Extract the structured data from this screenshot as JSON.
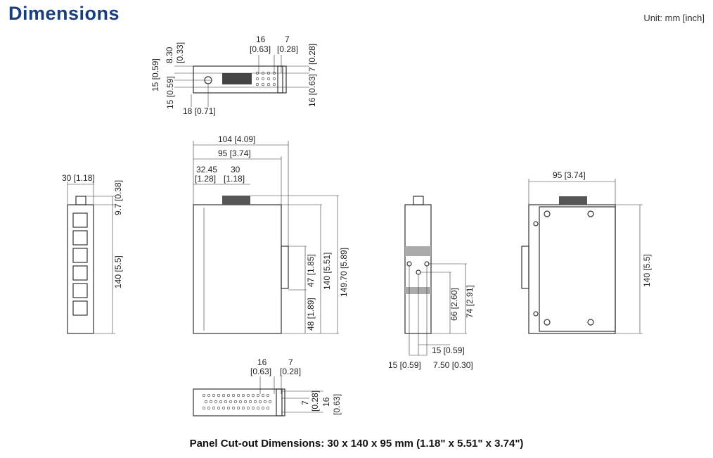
{
  "title": "Dimensions",
  "unit": "Unit: mm [inch]",
  "footer": "Panel Cut-out Dimensions: 30 x 140 x 95 mm (1.18\" x 5.51\" x 3.74\")",
  "top_view": {
    "d1a": "8.30",
    "d1b": "[0.33]",
    "d2": "15 [0.59]",
    "d3": "15 [0.59]",
    "d4": "18 [0.71]",
    "d5a": "16",
    "d5b": "[0.63]",
    "d6a": "7",
    "d6b": "[0.28]",
    "d7": "7 [0.28]",
    "d8": "16 [0.63]"
  },
  "front_view": {
    "width": "30 [1.18]",
    "top": "9.7 [0.38]",
    "height": "140 [5.5]"
  },
  "side_view": {
    "d104": "104 [4.09]",
    "d95": "95 [3.74]",
    "d32a": "32.45",
    "d32b": "[1.28]",
    "d30a": "30",
    "d30b": "[1.18]",
    "d47": "47 [1.85]",
    "d48": "48 [1.89]",
    "d140": "140 [5.51]",
    "d149": "149.70 [5.89]"
  },
  "din_view": {
    "d66": "66 [2.60]",
    "d74": "74 [2.91]",
    "d15a": "15 [0.59]",
    "d15b": "15 [0.59]",
    "d7": "7.50 [0.30]"
  },
  "back_view": {
    "width": "95 [3.74]",
    "height": "140 [5.5]"
  },
  "bottom_view": {
    "d16a": "16",
    "d16b": "[0.63]",
    "d7a": "7",
    "d7b": "[0.28]",
    "r7a": "7",
    "r7b": "[0.28]",
    "r16a": "16",
    "r16b": "[0.63]"
  }
}
